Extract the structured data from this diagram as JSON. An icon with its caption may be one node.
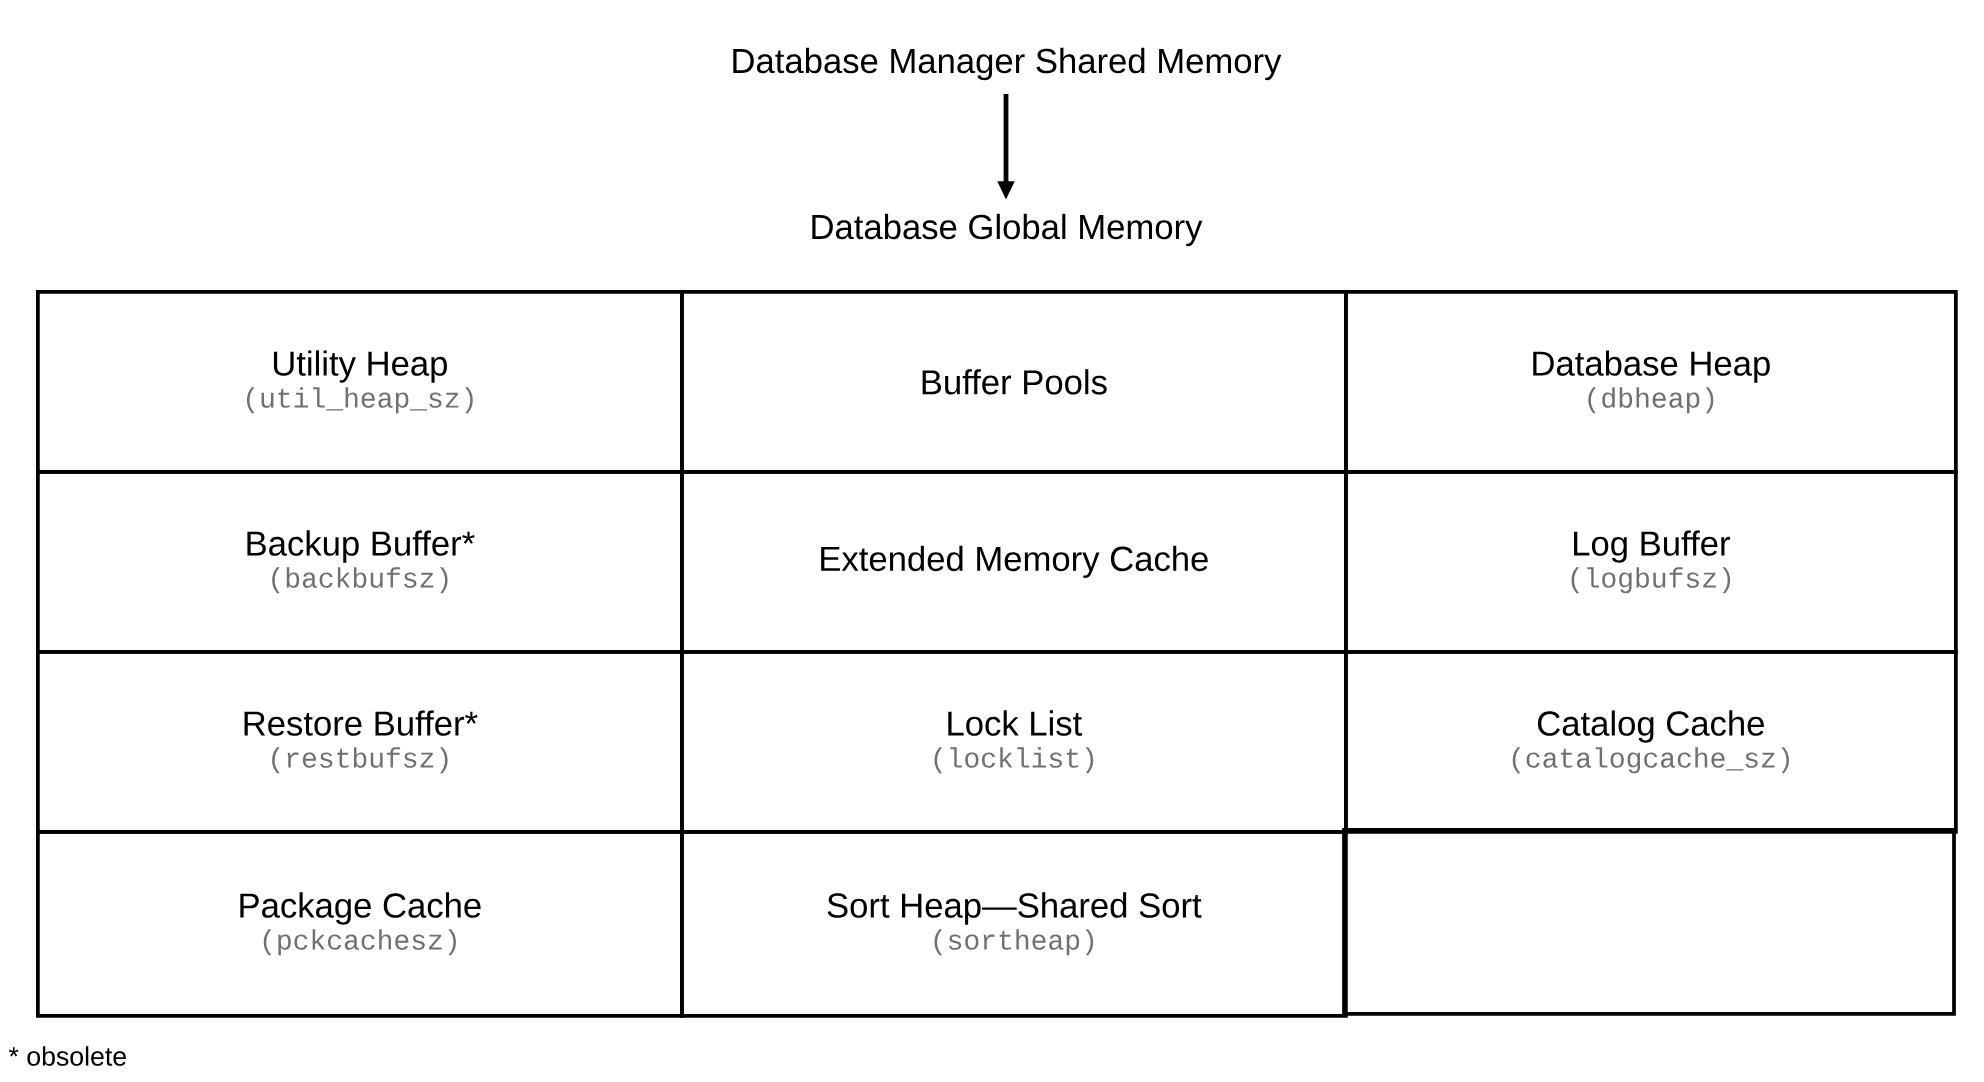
{
  "diagram": {
    "nodes": [
      {
        "text": [
          "Database Manager Shared Memory"
        ]
      },
      {
        "text": [
          "Database Global Memory"
        ]
      },
      {
        "text": [
          "Utility Heap",
          "(util_heap_sz)"
        ]
      },
      {
        "text": [
          "Buffer Pools"
        ]
      },
      {
        "text": [
          "Database Heap",
          "(dbheap)"
        ]
      },
      {
        "text": [
          "Backup Buffer*",
          "(backbufsz)"
        ]
      },
      {
        "text": [
          "Extended Memory Cache"
        ]
      },
      {
        "text": [
          "Log Buffer",
          "(logbufsz)"
        ]
      },
      {
        "text": [
          "Restore Buffer*",
          "(restbufsz)"
        ]
      },
      {
        "text": [
          "Lock List",
          "(locklist)"
        ]
      },
      {
        "text": [
          "Catalog Cache",
          "(catalogcache_sz)"
        ]
      },
      {
        "text": [
          "Package Cache",
          "(pckcachesz)"
        ]
      },
      {
        "text": [
          "Sort Heap—Shared Sort",
          "(sortheap)"
        ]
      }
    ],
    "edges": [
      {
        "from": 0,
        "to": 1,
        "arrow": "to"
      }
    ],
    "labels": [
      "* obsolete"
    ]
  }
}
